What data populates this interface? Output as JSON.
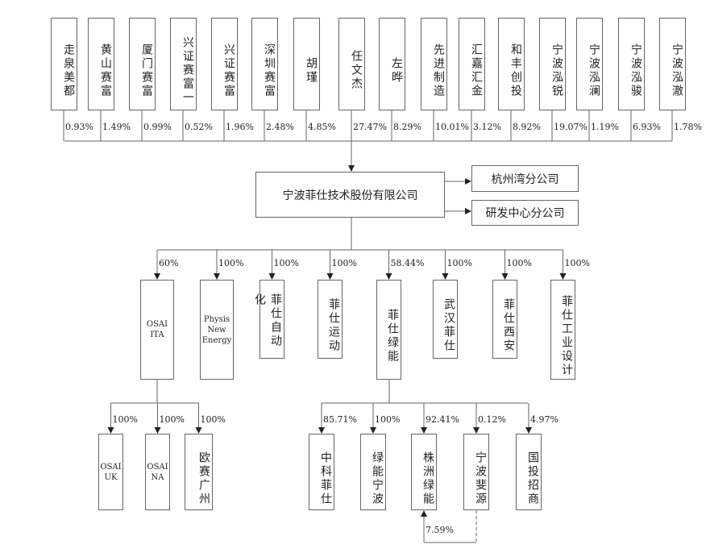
{
  "shareholders": [
    {
      "name": "走泉美都",
      "pct": "0.93%"
    },
    {
      "name": "黄山赛富",
      "pct": "1.49%"
    },
    {
      "name": "厦门赛富",
      "pct": "0.99%"
    },
    {
      "name": "兴证赛富一",
      "pct": "0.52%"
    },
    {
      "name": "兴证赛富",
      "pct": "1.96%"
    },
    {
      "name": "深圳赛富",
      "pct": "2.48%"
    },
    {
      "name": "胡瑾",
      "pct": "4.85%"
    },
    {
      "name": "任文杰",
      "pct": "27.47%"
    },
    {
      "name": "左晔",
      "pct": "8.29%"
    },
    {
      "name": "先进制造",
      "pct": "10.01%"
    },
    {
      "name": "汇嘉汇金",
      "pct": "3.12%"
    },
    {
      "name": "和丰创投",
      "pct": "8.92%"
    },
    {
      "name": "宁波泓锐",
      "pct": "19.07%"
    },
    {
      "name": "宁波泓澜",
      "pct": "1.19%"
    },
    {
      "name": "宁波泓骏",
      "pct": "6.93%"
    },
    {
      "name": "宁波泓澈",
      "pct": "1.78%"
    }
  ],
  "company": "宁波菲仕技术股份有限公司",
  "branches": [
    "杭州湾分公司",
    "研发中心分公司"
  ],
  "subsidiaries": [
    {
      "name": "OSAI ITA",
      "pct": "60%"
    },
    {
      "name": "Physis New Energy",
      "pct": "100%"
    },
    {
      "name": "菲仕自动化",
      "pct": "100%"
    },
    {
      "name": "菲仕运动",
      "pct": "100%"
    },
    {
      "name": "菲仕绿能",
      "pct": "58.44%"
    },
    {
      "name": "武汉菲仕",
      "pct": "100%"
    },
    {
      "name": "菲仕西安",
      "pct": "100%"
    },
    {
      "name": "菲仕工业设计",
      "pct": "100%"
    }
  ],
  "osai_children": [
    {
      "name": "OSAI UK",
      "pct": "100%"
    },
    {
      "name": "OSAI NA",
      "pct": "100%"
    },
    {
      "name": "欧赛广州",
      "pct": "100%"
    }
  ],
  "green_children": [
    {
      "name": "中科菲仕",
      "pct": "85.71%"
    },
    {
      "name": "绿能宁波",
      "pct": "100%"
    },
    {
      "name": "株洲绿能",
      "pct": "92.41%"
    },
    {
      "name": "宁波斐源",
      "pct": "0.12%"
    },
    {
      "name": "国投招商",
      "pct": "4.97%"
    }
  ],
  "cross_holding_pct": "7.59%"
}
